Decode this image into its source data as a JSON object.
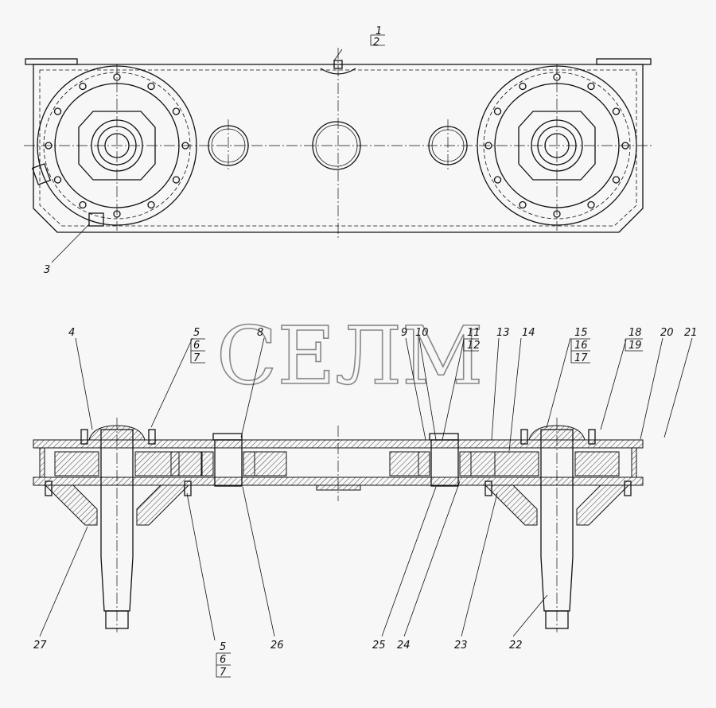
{
  "watermark": "СЕЛМ",
  "labels": {
    "l1": "1",
    "l2": "2",
    "l3": "3",
    "l4": "4",
    "l5a": "5",
    "l6a": "6",
    "l7a": "7",
    "l8": "8",
    "l9": "9",
    "l10": "10",
    "l11": "11",
    "l12": "12",
    "l13": "13",
    "l14": "14",
    "l15": "15",
    "l16": "16",
    "l17": "17",
    "l18": "18",
    "l19": "19",
    "l20": "20",
    "l21": "21",
    "l22": "22",
    "l23": "23",
    "l24": "24",
    "l25": "25",
    "l26": "26",
    "l27": "27",
    "l5b": "5",
    "l6b": "6",
    "l7b": "7"
  }
}
